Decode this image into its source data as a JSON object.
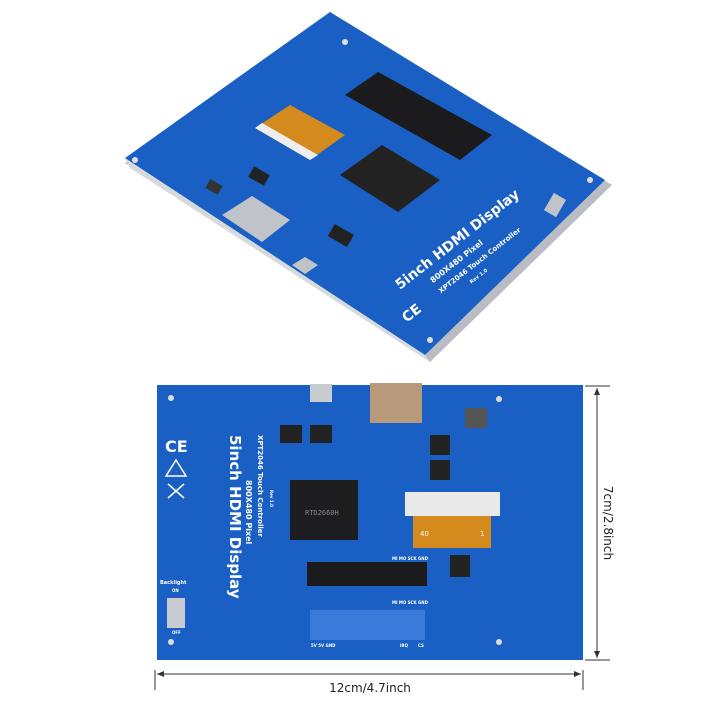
{
  "product": {
    "title": "5inch HDMI Display",
    "resolution": "800X480 Pixel",
    "touch_controller": "XPT2046 Touch Controller",
    "revision": "Rev 1.0",
    "backlight_label": "Backlight",
    "backlight_on": "ON",
    "backlight_off": "OFF",
    "pin_labels_top": "MI MO SCK GND",
    "pin_labels_bottom_left": "5V 5V GND",
    "pin_labels_irq": "IRQ",
    "pin_labels_cs": "CS",
    "fpc_label_left": "40",
    "fpc_label_right": "1",
    "ce_mark": "CE"
  },
  "dimensions": {
    "width_label": "12cm/4.7inch",
    "height_label": "7cm/2.8inch"
  },
  "colors": {
    "pcb_blue": "#1a5fc4",
    "pcb_dark": "#0f4aa8",
    "frame_silver": "#c9ccd1",
    "chip_black": "#1d1d1f",
    "fpc_orange": "#d48a1c"
  }
}
